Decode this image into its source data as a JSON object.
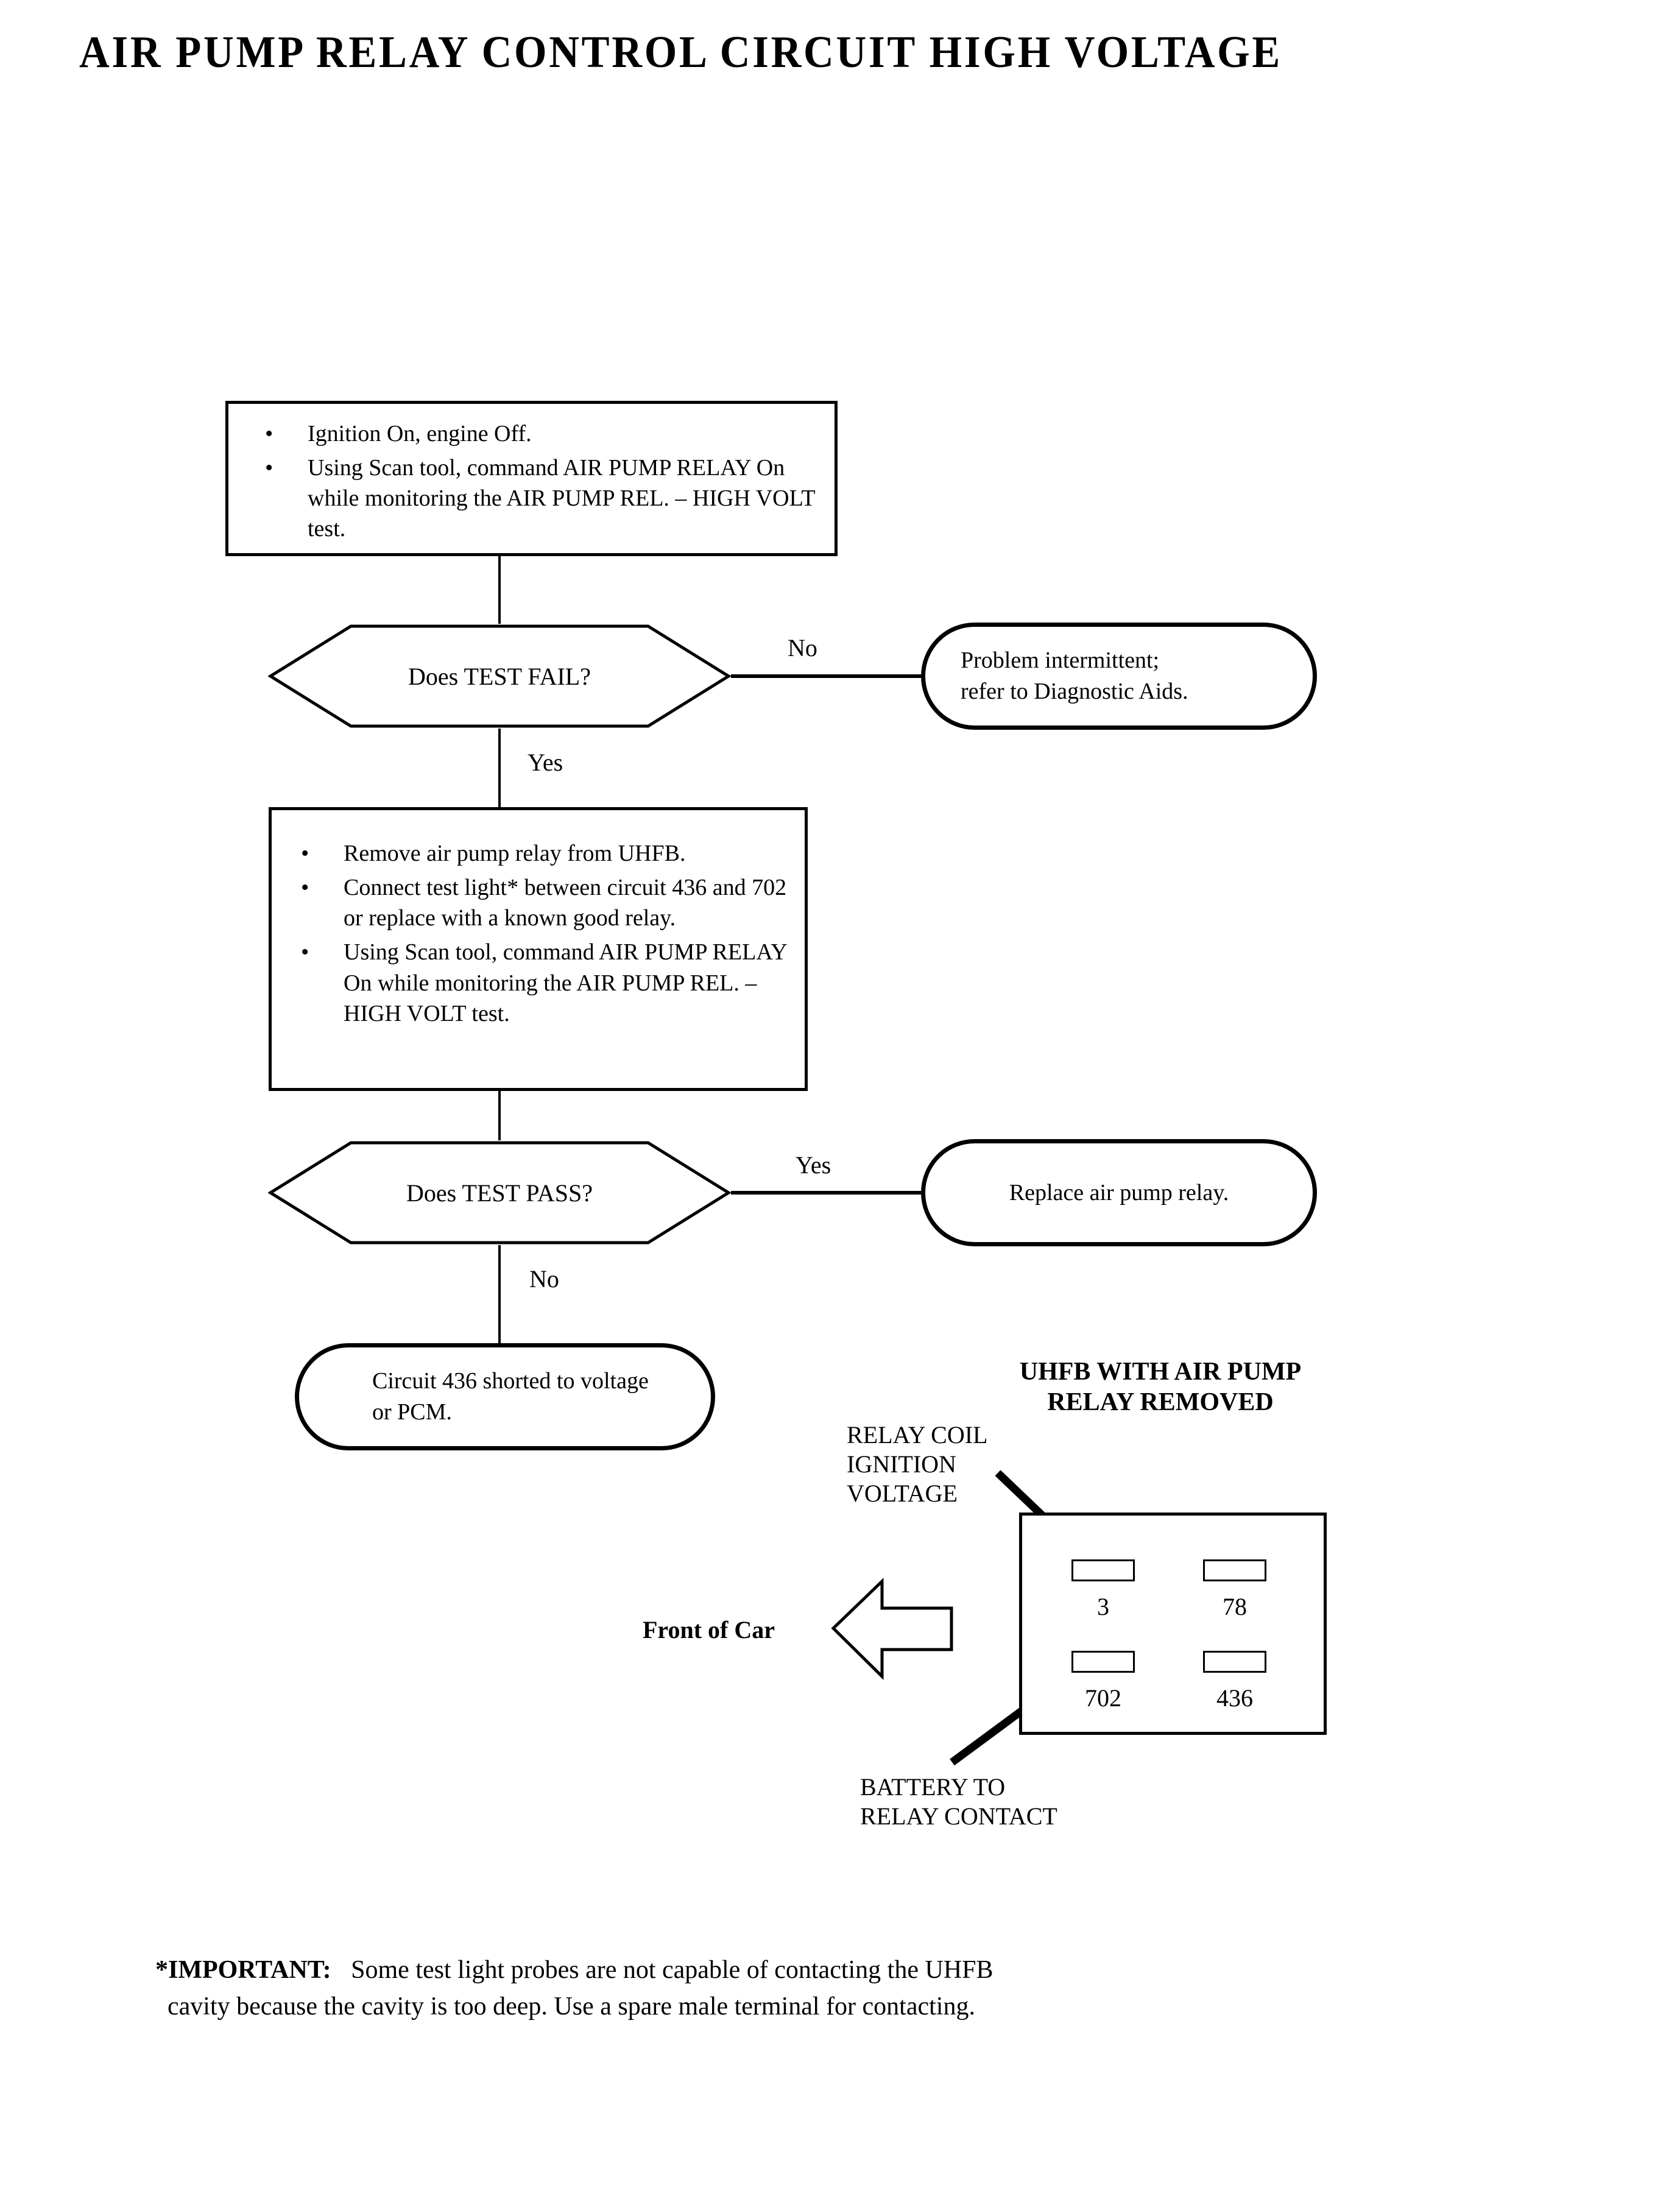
{
  "title": "AIR PUMP RELAY CONTROL CIRCUIT HIGH VOLTAGE",
  "flow": {
    "step1": {
      "bullet_marker": "•",
      "items": [
        "Ignition On, engine Off.",
        "Using Scan tool, command AIR PUMP RELAY On while monitoring the AIR PUMP REL. – HIGH VOLT test."
      ]
    },
    "decision1": {
      "label": "Does TEST FAIL?",
      "branch_no": "No",
      "branch_yes": "Yes"
    },
    "outcome1": "Problem intermittent;\nrefer to Diagnostic Aids.",
    "step2": {
      "bullet_marker": "•",
      "items": [
        "Remove air pump relay from UHFB.",
        "Connect test light* between circuit 436 and 702 or replace with a known good relay.",
        "Using Scan tool, command AIR PUMP RELAY On while monitoring the AIR PUMP REL. – HIGH VOLT test."
      ]
    },
    "decision2": {
      "label": "Does TEST PASS?",
      "branch_yes": "Yes",
      "branch_no": "No"
    },
    "outcome2": "Replace air pump relay.",
    "outcome3": "Circuit 436 shorted to voltage\nor PCM."
  },
  "connector": {
    "heading": "UHFB WITH AIR PUMP\nRELAY REMOVED",
    "callout_top": "RELAY COIL\nIGNITION\nVOLTAGE",
    "callout_bottom": "BATTERY TO\nRELAY CONTACT",
    "front_of_car": "Front of Car",
    "pins": [
      {
        "number": "3",
        "row": "top",
        "col": "left"
      },
      {
        "number": "78",
        "row": "top",
        "col": "right"
      },
      {
        "number": "702",
        "row": "bottom",
        "col": "left"
      },
      {
        "number": "436",
        "row": "bottom",
        "col": "right"
      }
    ]
  },
  "footnote": {
    "lead": "*IMPORTANT:",
    "line1": "Some test light probes are not capable of contacting the UHFB",
    "line2": "cavity because the cavity is too deep. Use a spare male terminal for contacting."
  },
  "colors": {
    "ink": "#000000",
    "paper": "#ffffff"
  }
}
